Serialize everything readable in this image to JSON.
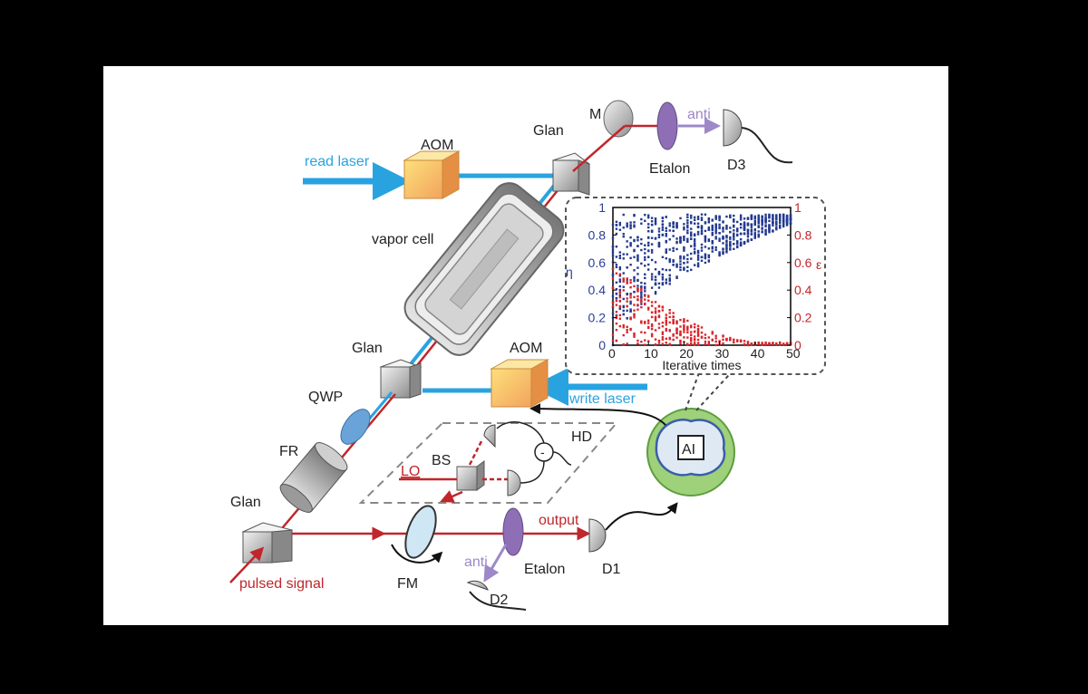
{
  "diagram": {
    "labels": {
      "read_laser": "read laser",
      "aom_top": "AOM",
      "glan_top": "Glan",
      "m": "M",
      "anti_top": "anti",
      "etalon_top": "Etalon",
      "d3": "D3",
      "vapor_cell": "vapor cell",
      "glan_mid": "Glan",
      "aom_write": "AOM",
      "write_laser": "write laser",
      "qwp": "QWP",
      "fr": "FR",
      "hd": "HD",
      "bs": "BS",
      "lo": "LO",
      "glan_bottom": "Glan",
      "pulsed_signal": "pulsed signal",
      "fm": "FM",
      "anti_bottom": "anti",
      "etalon_bottom": "Etalon",
      "output": "output",
      "d1": "D1",
      "d2": "D2",
      "ai": "AI",
      "minus": "-"
    },
    "colors": {
      "blue_laser": "#29a3e0",
      "red_beam": "#c0262b",
      "purple_anti": "#9d88c8",
      "ai_circle": "#9fd07a"
    }
  },
  "chart_data": {
    "type": "scatter",
    "xlabel": "Iterative times",
    "ylabel_left": "η",
    "ylabel_right": "ε",
    "xlim": [
      0,
      50
    ],
    "ylim_left": [
      0,
      1
    ],
    "ylim_right": [
      0,
      1
    ],
    "x_ticks": [
      "0",
      "10",
      "20",
      "30",
      "40",
      "50"
    ],
    "y_ticks_left": [
      "0",
      "0.2",
      "0.4",
      "0.6",
      "0.8",
      "1"
    ],
    "y_ticks_right": [
      "0",
      "0.2",
      "0.4",
      "0.6",
      "0.8",
      "1"
    ],
    "series": [
      {
        "color": "#233a8f",
        "trend": {
          "upper_start": 0.95,
          "lower_start": 0.0,
          "lower_end": 0.88
        }
      },
      {
        "color": "#d9262b",
        "trend": {
          "upper_start": 0.6,
          "upper_end": 0.02
        }
      }
    ]
  }
}
